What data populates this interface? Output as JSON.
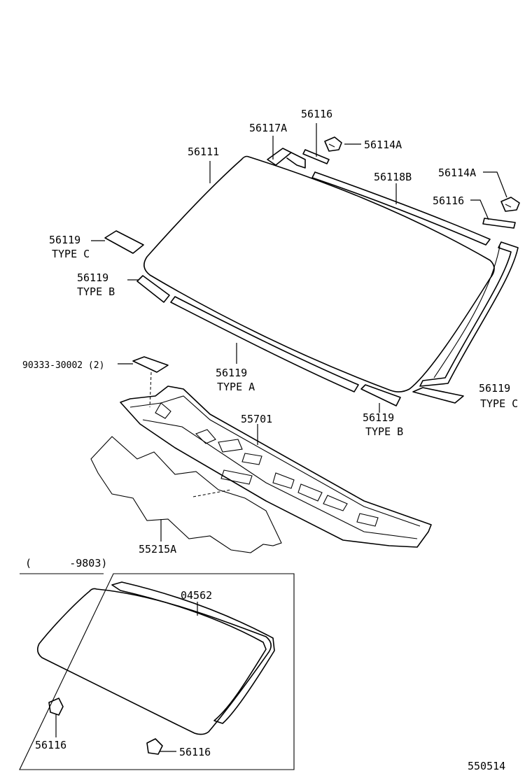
{
  "labels": {
    "p56116_top": "56116",
    "p56117a": "56117A",
    "p56114a_top": "56114A",
    "p56111": "56111",
    "p56118b": "56118B",
    "p56114a_right": "56114A",
    "p56116_right": "56116",
    "p56119_c_left": "56119",
    "type_c_left": "TYPE C",
    "p56119_b_left": "56119",
    "type_b_left": "TYPE B",
    "p90333": "90333-30002 (2)",
    "p56119_a": "56119",
    "type_a": "TYPE A",
    "p56119_c_right": "56119",
    "type_c_right": "TYPE C",
    "p55701": "55701",
    "p56119_b_bottom": "56119",
    "type_b_bottom": "TYPE B",
    "p55215a": "55215A",
    "inset_range": "(      -9803)",
    "p04562": "04562",
    "p56116_inset_left": "56116",
    "p56116_inset_right": "56116",
    "diagram_id": "550514"
  }
}
